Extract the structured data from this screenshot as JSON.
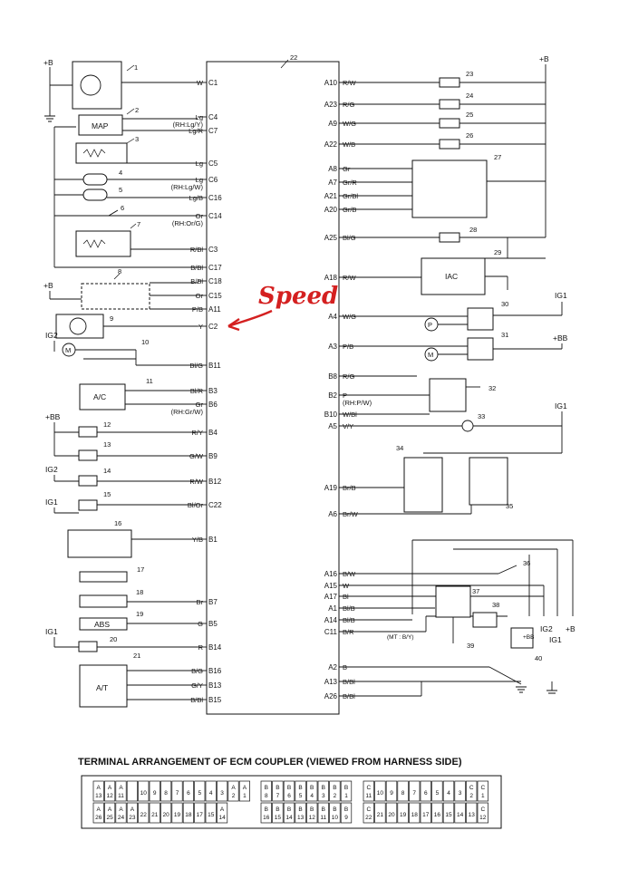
{
  "annotation": {
    "text": "Speed",
    "color": "#d42020"
  },
  "supply_labels": {
    "b_top_left": "+B",
    "b_top_right": "+B",
    "b_8": "+B",
    "ig2_10": "IG2",
    "bb_12": "+BB",
    "ig2_14": "IG2",
    "ig1_15": "IG1",
    "ig1_20": "IG1",
    "ig1_30": "IG1",
    "bb_31": "+BB",
    "ig1_33": "IG1",
    "bottom": [
      "IG2",
      "+B",
      "IG1"
    ],
    "bb_40": "+BB"
  },
  "ecm_number": "22",
  "left_pins": [
    {
      "pin": "C1",
      "wire": "W"
    },
    {
      "pin": "C4",
      "wire": "Lg",
      "alt": "(RH:Lg/Y)"
    },
    {
      "pin": "C7",
      "wire": "Lg/R"
    },
    {
      "pin": "C5",
      "wire": "Lg"
    },
    {
      "pin": "C6",
      "wire": "Lg",
      "alt": "(RH:Lg/W)"
    },
    {
      "pin": "C16",
      "wire": "Lg/B"
    },
    {
      "pin": "C14",
      "wire": "Or",
      "alt": "(RH:Or/G)"
    },
    {
      "pin": "C3",
      "wire": "R/Bl"
    },
    {
      "pin": "C17",
      "wire": "B/Bl"
    },
    {
      "pin": "C18",
      "wire": "B/Bl"
    },
    {
      "pin": "C15",
      "wire": "Or"
    },
    {
      "pin": "A11",
      "wire": "P/B"
    },
    {
      "pin": "C2",
      "wire": "Y"
    },
    {
      "pin": "B11",
      "wire": "Bl/G"
    },
    {
      "pin": "B3",
      "wire": "Bl/R"
    },
    {
      "pin": "B6",
      "wire": "Gr",
      "alt": "(RH:Gr/W)"
    },
    {
      "pin": "B4",
      "wire": "R/Y"
    },
    {
      "pin": "B9",
      "wire": "G/W"
    },
    {
      "pin": "B12",
      "wire": "R/W"
    },
    {
      "pin": "C22",
      "wire": "Bl/Or"
    },
    {
      "pin": "B1",
      "wire": "Y/B"
    },
    {
      "pin": "B7",
      "wire": "Br"
    },
    {
      "pin": "B5",
      "wire": "G"
    },
    {
      "pin": "B14",
      "wire": "R"
    },
    {
      "pin": "B16",
      "wire": "B/G"
    },
    {
      "pin": "B13",
      "wire": "G/Y"
    },
    {
      "pin": "B15",
      "wire": "B/Bl"
    }
  ],
  "right_pins": [
    {
      "pin": "A10",
      "wire": "R/W"
    },
    {
      "pin": "A23",
      "wire": "R/G"
    },
    {
      "pin": "A9",
      "wire": "W/G"
    },
    {
      "pin": "A22",
      "wire": "W/B"
    },
    {
      "pin": "A8",
      "wire": "Gr"
    },
    {
      "pin": "A7",
      "wire": "Gr/R"
    },
    {
      "pin": "A21",
      "wire": "Gr/Bl"
    },
    {
      "pin": "A20",
      "wire": "Gr/B"
    },
    {
      "pin": "A25",
      "wire": "Bl/G"
    },
    {
      "pin": "A18",
      "wire": "R/W"
    },
    {
      "pin": "A4",
      "wire": "W/G"
    },
    {
      "pin": "A3",
      "wire": "P/B"
    },
    {
      "pin": "B8",
      "wire": "R/G"
    },
    {
      "pin": "B2",
      "wire": "P",
      "alt": "(RH:P/W)"
    },
    {
      "pin": "B10",
      "wire": "W/Bl"
    },
    {
      "pin": "A5",
      "wire": "V/Y"
    },
    {
      "pin": "A19",
      "wire": "Br/B"
    },
    {
      "pin": "A6",
      "wire": "Br/W"
    },
    {
      "pin": "A16",
      "wire": "B/W"
    },
    {
      "pin": "A15",
      "wire": "W"
    },
    {
      "pin": "A17",
      "wire": "Bl"
    },
    {
      "pin": "A1",
      "wire": "Bl/B"
    },
    {
      "pin": "A14",
      "wire": "Bl/B"
    },
    {
      "pin": "C11",
      "wire": "B/R"
    },
    {
      "pin": "A2",
      "wire": "B"
    },
    {
      "pin": "A13",
      "wire": "B/Bl"
    },
    {
      "pin": "A26",
      "wire": "B/Bl"
    }
  ],
  "mt_note": "(MT : B/Y)",
  "components": {
    "c1": "1",
    "c2": "2",
    "c3": "3",
    "c4": "4",
    "c5": "5",
    "c6": "6",
    "c7": "7",
    "c8": "8",
    "c9": "9",
    "c10": "10",
    "c11": "11",
    "c12": "12",
    "c13": "13",
    "c14": "14",
    "c15": "15",
    "c16": "16",
    "c17": "17",
    "c18": "18",
    "c19": "19",
    "c20": "20",
    "c21": "21",
    "c23": "23",
    "c24": "24",
    "c25": "25",
    "c26": "26",
    "c27": "27",
    "c28": "28",
    "c29": "29",
    "c30": "30",
    "c31": "31",
    "c32": "32",
    "c33": "33",
    "c34": "34",
    "c35": "35",
    "c36": "36",
    "c37": "37",
    "c38": "38",
    "c39": "39",
    "c40": "40"
  },
  "box_labels": {
    "map": "MAP",
    "ac": "A/C",
    "abs": "ABS",
    "at": "A/T",
    "iac": "IAC",
    "m": "M",
    "p": "P"
  },
  "terminal_title": "TERMINAL ARRANGEMENT OF ECM COUPLER (VIEWED FROM HARNESS SIDE)",
  "coupler": {
    "block_a": {
      "top": [
        "A 13",
        "A 12",
        "A 11",
        "",
        "10",
        "9",
        "8",
        "7",
        "6",
        "5",
        "4",
        "3",
        "A 2",
        "A 1"
      ],
      "bot": [
        "A 26",
        "A 25",
        "A 24",
        "A 23",
        "22",
        "21",
        "20",
        "19",
        "18",
        "17",
        "15",
        "A 14"
      ]
    },
    "block_b": {
      "top": [
        "B 8",
        "B 7",
        "B 6",
        "B 5",
        "B 4",
        "B 3",
        "B 2",
        "B 1"
      ],
      "bot": [
        "B 16",
        "B 15",
        "B 14",
        "B 13",
        "B 12",
        "B 11",
        "B 10",
        "B 9"
      ]
    },
    "block_c": {
      "top": [
        "C 11",
        "10",
        "9",
        "8",
        "7",
        "6",
        "5",
        "4",
        "3",
        "C 2",
        "C 1"
      ],
      "bot": [
        "C 22",
        "21",
        "20",
        "19",
        "18",
        "17",
        "16",
        "15",
        "14",
        "13",
        "C 12"
      ]
    }
  }
}
